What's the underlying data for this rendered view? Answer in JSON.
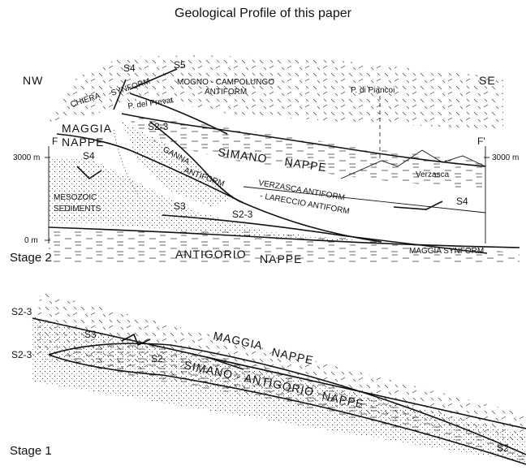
{
  "title": "Geological Profile of this paper",
  "stage2": {
    "label": "Stage 2",
    "nw": "NW",
    "se": "SE",
    "f_left": "F",
    "f_right": "F'",
    "elev_top_left": "3000 m",
    "elev_top_right": "3000 m",
    "elev_zero": "0 m",
    "s4_top": "S4",
    "s5": "S5",
    "chiera": "CHIERA",
    "synform": "SYNFORM",
    "mogno1": "MOGNO - CAMPOLUNGO",
    "mogno2": "ANTIFORM",
    "prevat": "P. del Prevat",
    "piancoi": "P. di Piancoi",
    "maggia1": "MAGGIA",
    "maggia2": "NAPPE",
    "s4_left": "S4",
    "s23_top": "S2-3",
    "ganna": "GANNA",
    "antiform": "ANTIFORM",
    "simano": "SIMANO",
    "nappe": "NAPPE",
    "verzasca": "Verzasca",
    "verz_anti": "VERZASCA ANTIFORM",
    "lareccio": "- LARECCIO ANTIFORM",
    "s4_right": "S4",
    "mesozoic1": "MESOZOIC",
    "mesozoic2": "SEDIMENTS",
    "s3": "S3",
    "s23_mid": "S2-3",
    "antigorio": "ANTIGORIO",
    "antigorio_nappe": "NAPPE",
    "maggia_synform": "MAGGIA SYNFORM"
  },
  "stage1": {
    "label": "Stage 1",
    "s23_a": "S2-3",
    "s3": "S3",
    "s23_b": "S2-3",
    "s2_a": "S2",
    "maggia": "MAGGIA",
    "nappe": "NAPPE",
    "simano": "SIMANO - ANTIGORIO",
    "nappe2": "NAPPE",
    "s2_b": "S2"
  }
}
